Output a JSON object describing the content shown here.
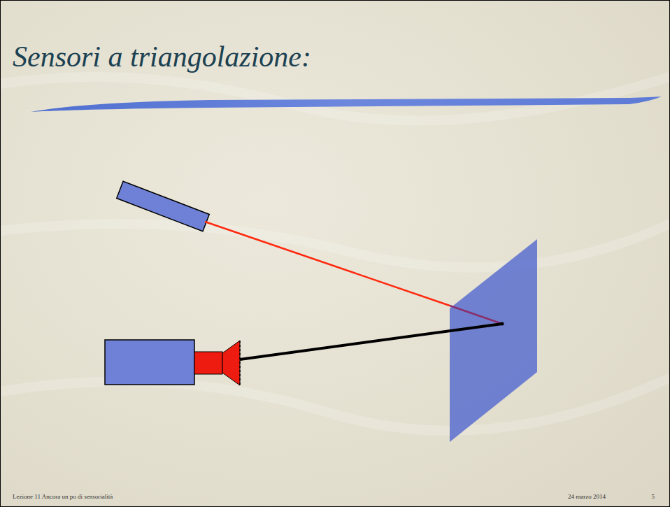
{
  "diagram": {
    "title": "Sensori a triangolazione:",
    "labels": [
      "Lezione 11 Ancora un po di sensorialità",
      "24 marzo 2014",
      "5"
    ]
  }
}
